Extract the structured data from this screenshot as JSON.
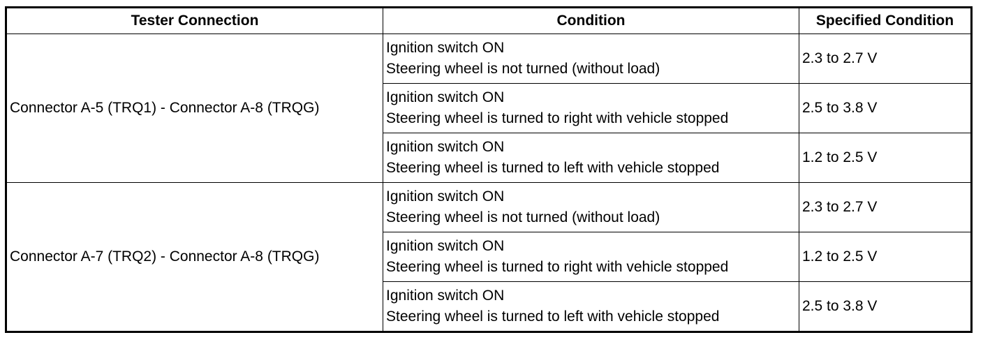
{
  "headers": {
    "tester": "Tester Connection",
    "condition": "Condition",
    "specified": "Specified Condition"
  },
  "groups": [
    {
      "tester": "Connector A-5 (TRQ1) - Connector A-8 (TRQG)",
      "rows": [
        {
          "line1": "Ignition switch ON",
          "line2": "Steering wheel is not turned (without load)",
          "spec": "2.3 to 2.7 V"
        },
        {
          "line1": "Ignition switch ON",
          "line2": "Steering wheel is turned to right with vehicle stopped",
          "spec": "2.5 to 3.8 V"
        },
        {
          "line1": "Ignition switch ON",
          "line2": "Steering wheel is turned to left with vehicle stopped",
          "spec": "1.2 to 2.5 V"
        }
      ]
    },
    {
      "tester": "Connector A-7 (TRQ2) - Connector A-8 (TRQG)",
      "rows": [
        {
          "line1": "Ignition switch ON",
          "line2": "Steering wheel is not turned (without load)",
          "spec": "2.3 to 2.7 V"
        },
        {
          "line1": "Ignition switch ON",
          "line2": "Steering wheel is turned to right with vehicle stopped",
          "spec": "1.2 to 2.5 V"
        },
        {
          "line1": "Ignition switch ON",
          "line2": "Steering wheel is turned to left with vehicle stopped",
          "spec": "2.5 to 3.8 V"
        }
      ]
    }
  ]
}
